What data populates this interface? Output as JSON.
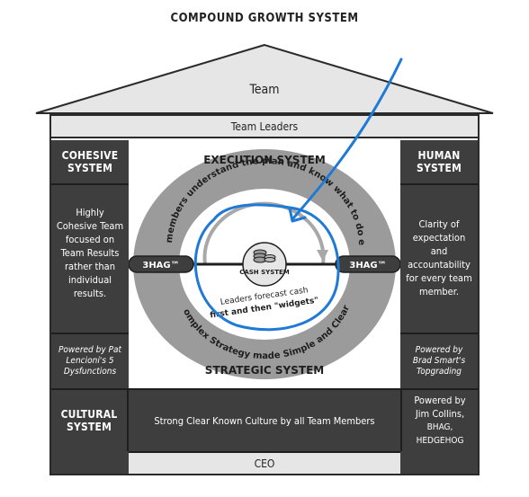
{
  "title": "COMPOUND GROWTH SYSTEM",
  "roof": {
    "label": "Team"
  },
  "team_leaders": "Team Leaders",
  "left_column": {
    "header": "COHESIVE SYSTEM",
    "header_line1": "COHESIVE",
    "header_line2": "SYSTEM",
    "body": "Highly Cohesive Team focused on Team Results rather than individual results.",
    "powered_by": "Powered by Pat Lencioni's 5 Dysfunctions"
  },
  "right_column": {
    "header": "HUMAN SYSTEM",
    "header_line1": "HUMAN",
    "header_line2": "SYSTEM",
    "body": "Clarity of expectation and accountability for every team member.",
    "powered_by": "Powered by Brad Smart's Topgrading"
  },
  "center": {
    "execution_system": "EXECUTION SYSTEM",
    "strategic_system": "STRATEGIC SYSTEM",
    "arc_top": "All team members understand the plan and know what to do everyday.",
    "arc_bottom": "Complex Strategy made Simple and Clear.",
    "cash_system": "CASH SYSTEM",
    "inner_text_line1": "Leaders forecast cash",
    "inner_text_line2": "first and then \"widgets\"",
    "threehag_left": "3HAG™",
    "threehag_right": "3HAG™"
  },
  "foundation": {
    "cultural_line1": "CULTURAL",
    "cultural_line2": "SYSTEM",
    "culture_text": "Strong Clear Known Culture by all Team Members",
    "powered_by_line1": "Powered by",
    "powered_by_line2": "Jim Collins,",
    "powered_by_line3": "BHAG, HEDGEHOG"
  },
  "ceo": "CEO",
  "colors": {
    "dark": "#3e3e3e",
    "light": "#e6e6e6",
    "ring": "#9b9b9b",
    "annotation": "#1f7ad6"
  }
}
